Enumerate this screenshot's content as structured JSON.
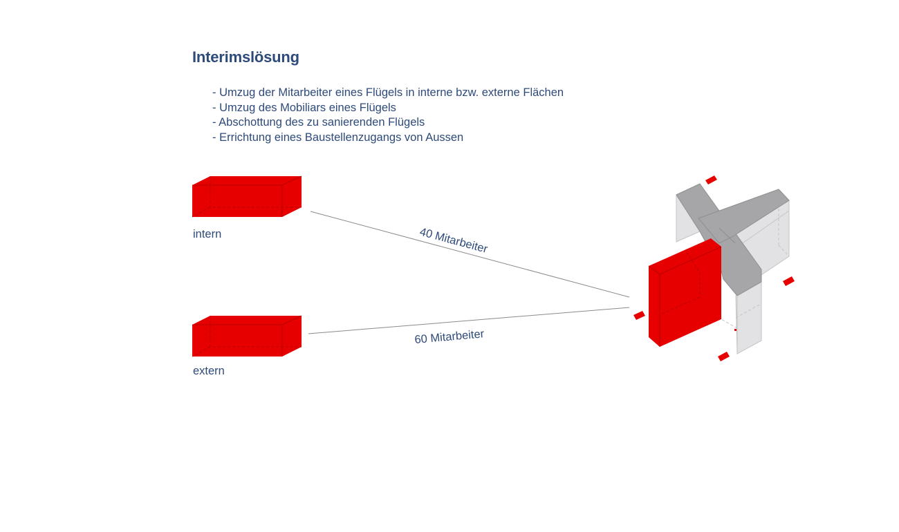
{
  "title": "Interimslösung",
  "bullets": [
    "- Umzug der Mitarbeiter eines Flügels in interne bzw. externe Flächen",
    "- Umzug des Mobiliars eines Flügels",
    "- Abschottung des zu sanierenden Flügels",
    "- Errichtung eines Baustellenzugangs von Aussen"
  ],
  "diagram": {
    "intern_label": "intern",
    "extern_label": "extern",
    "intern_flow_label": "40 Mitarbeiter",
    "extern_flow_label": "60 Mitarbeiter"
  },
  "colors": {
    "text": "#2e4a7a",
    "red": "#e60000",
    "gray_roof": "#a6a6a8",
    "gray_wall": "#e2e2e4",
    "line": "#8a8a8a"
  }
}
